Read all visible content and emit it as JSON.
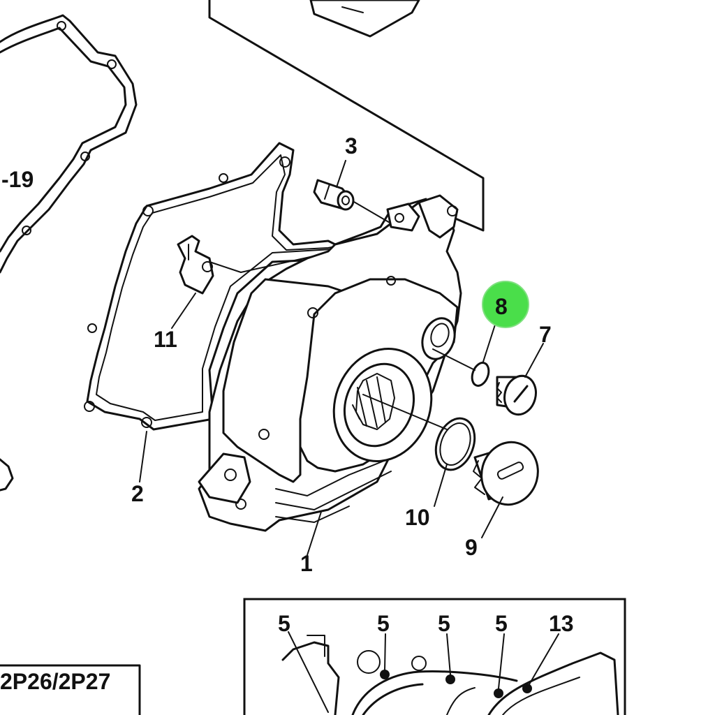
{
  "parts": {
    "callout_1": "1",
    "callout_2": "2",
    "callout_3": "3",
    "callout_7": "7",
    "callout_8": "8",
    "callout_9": "9",
    "callout_10": "10",
    "callout_11": "11",
    "callout_19_ref": "-19"
  },
  "inset": {
    "callouts": [
      "5",
      "5",
      "5",
      "5",
      "13"
    ]
  },
  "model_box": {
    "text": "2P26/2P27"
  },
  "highlight": {
    "color": "#4ade4a",
    "callout": "8"
  }
}
